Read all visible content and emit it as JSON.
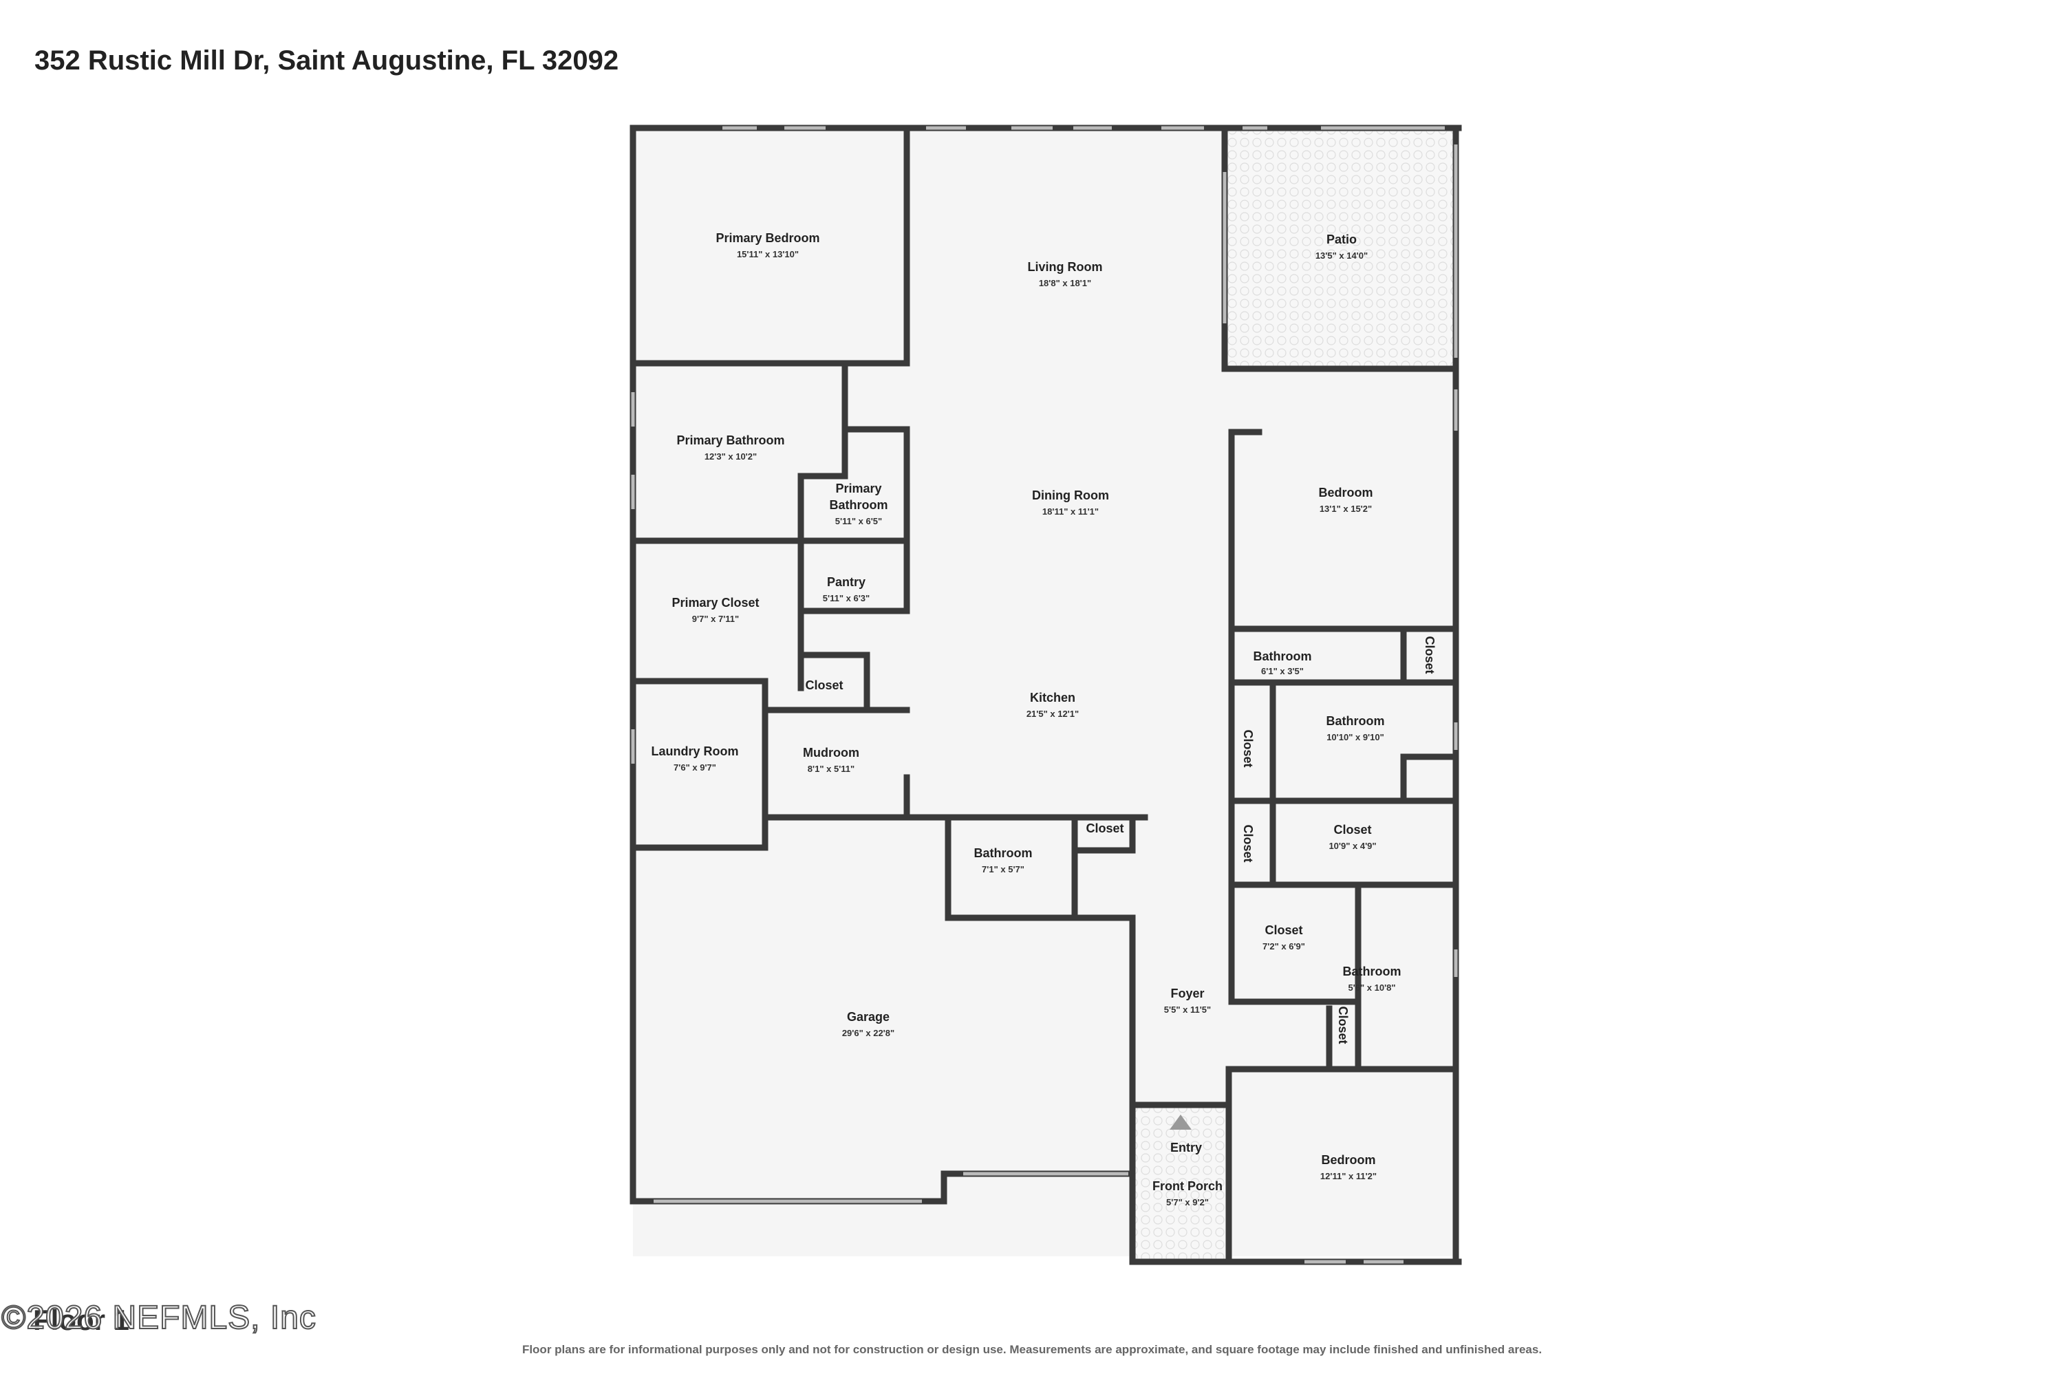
{
  "header": {
    "address": "352 Rustic Mill Dr, Saint Augustine, FL 32092"
  },
  "footer": {
    "floor_label": "Floor 1",
    "copyright": "©2026 NEFMLS, Inc",
    "disclaimer": "Floor plans are for informational purposes only and not for construction or design use. Measurements are approximate, and square footage may include finished and unfinished areas."
  },
  "colors": {
    "floor": "#f5f5f5",
    "wall": "#3a3a3a",
    "window": "#bbbbbb",
    "entry_arrow": "#999999"
  },
  "rooms": {
    "primary_bedroom": {
      "name": "Primary Bedroom",
      "dims": "15'11\" x 13'10\""
    },
    "living_room": {
      "name": "Living Room",
      "dims": "18'8\" x 18'1\""
    },
    "patio": {
      "name": "Patio",
      "dims": "13'5\" x 14'0\""
    },
    "primary_bathroom_1": {
      "name": "Primary Bathroom",
      "dims": "12'3\" x 10'2\""
    },
    "primary_bathroom_2": {
      "name_line1": "Primary",
      "name_line2": "Bathroom",
      "dims": "5'11\" x 6'5\""
    },
    "dining_room": {
      "name": "Dining Room",
      "dims": "18'11\" x 11'1\""
    },
    "bedroom_right": {
      "name": "Bedroom",
      "dims": "13'1\" x 15'2\""
    },
    "pantry": {
      "name": "Pantry",
      "dims": "5'11\" x 6'3\""
    },
    "primary_closet": {
      "name": "Primary Closet",
      "dims": "9'7\" x 7'11\""
    },
    "bathroom_small": {
      "name": "Bathroom",
      "dims": "6'1\" x 3'5\""
    },
    "closet_top_right": {
      "name": "Closet"
    },
    "closet_mid": {
      "name": "Closet"
    },
    "kitchen": {
      "name": "Kitchen",
      "dims": "21'5\" x 12'1\""
    },
    "bathroom_mid_right": {
      "name": "Bathroom",
      "dims": "10'10\" x 9'10\""
    },
    "closet_vertical_1": {
      "name": "Closet"
    },
    "laundry_room": {
      "name": "Laundry Room",
      "dims": "7'6\" x 9'7\""
    },
    "mudroom": {
      "name": "Mudroom",
      "dims": "8'1\" x 5'11\""
    },
    "bathroom_center": {
      "name": "Bathroom",
      "dims": "7'1\" x 5'7\""
    },
    "closet_center": {
      "name": "Closet"
    },
    "closet_vertical_2": {
      "name": "Closet"
    },
    "closet_right_long": {
      "name": "Closet",
      "dims": "10'9\" x 4'9\""
    },
    "closet_lower": {
      "name": "Closet",
      "dims": "7'2\" x 6'9\""
    },
    "bathroom_lower_right": {
      "name": "Bathroom",
      "dims": "5'6\" x 10'8\""
    },
    "garage": {
      "name": "Garage",
      "dims": "29'6\" x 22'8\""
    },
    "foyer": {
      "name": "Foyer",
      "dims": "5'5\" x 11'5\""
    },
    "closet_vertical_3": {
      "name": "Closet"
    },
    "entry": {
      "name": "Entry"
    },
    "front_porch": {
      "name": "Front Porch",
      "dims": "5'7\" x 9'2\""
    },
    "bedroom_bottom": {
      "name": "Bedroom",
      "dims": "12'11\" x 11'2\""
    }
  }
}
